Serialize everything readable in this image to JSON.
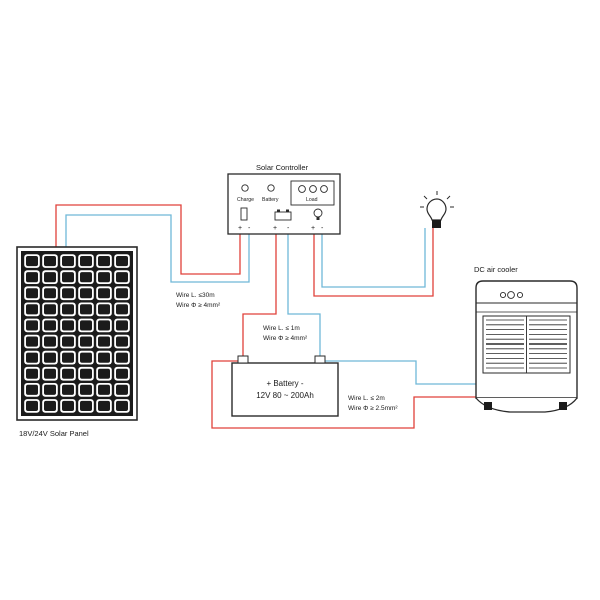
{
  "controller": {
    "title": "Solar Controller",
    "charge_label": "Charge",
    "battery_label": "Battery",
    "load_label": "Load",
    "plus": "+",
    "minus": "-"
  },
  "solar_panel": {
    "label": "18V/24V Solar Panel"
  },
  "battery": {
    "line1": "+ Battery -",
    "line2": "12V 80 ~ 200Ah"
  },
  "cooler": {
    "label": "DC air cooler"
  },
  "wires": {
    "panel_length": "Wire L. ≤30m",
    "panel_gauge": "Wire Φ ≥ 4mm²",
    "battery_length": "Wire L. ≤ 1m",
    "battery_gauge": "Wire Φ ≥ 4mm²",
    "load_length": "Wire L. ≤ 2m",
    "load_gauge": "Wire Φ ≥ 2.5mm²"
  },
  "colors": {
    "positive_wire": "#e0413a",
    "negative_wire": "#6fb8d8",
    "outline": "#2a2a2a"
  }
}
